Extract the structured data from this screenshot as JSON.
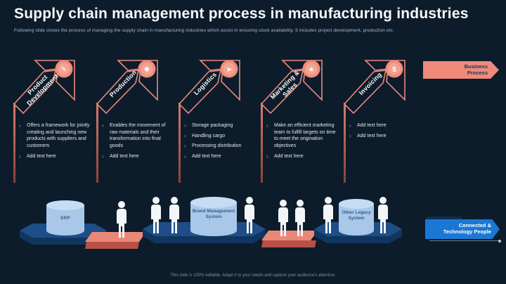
{
  "slide": {
    "title": "Supply chain management process in manufacturing industries",
    "subtitle": "Following slide shows the process of managing the supply chain in manufacturing industries which assist in ensuring stock availability. It includes project development, production etc.",
    "footer": "This slide is 100% editable. Adapt it to your needs and capture your audience's attention."
  },
  "colors": {
    "background": "#0d1c2b",
    "accent_salmon": "#e9897c",
    "accent_blue": "#1a78d4",
    "platform_blue": "#1d4e87",
    "cylinder_blue": "#a8c7e9"
  },
  "process": {
    "steps": [
      {
        "label": "Product Development",
        "icon_glyph": "✎",
        "bullets": [
          "Offers a framework for jointly creating and launching new products with suppliers and customers",
          "Add text here"
        ]
      },
      {
        "label": "Production",
        "icon_glyph": "✱",
        "bullets": [
          "Enables the movement of raw materials and their transformation into final goods",
          "Add text here"
        ]
      },
      {
        "label": "Logistics",
        "icon_glyph": "➤",
        "bullets": [
          "Storage packaging",
          "Handling cargo",
          "Processing distribution",
          "Add text here"
        ]
      },
      {
        "label": "Marketing & Sales",
        "icon_glyph": "★",
        "bullets": [
          "Make an efficient marketing team to fulfill targets on time to meet the origination objectives",
          "Add text here"
        ]
      },
      {
        "label": "Invoicing",
        "icon_glyph": "$",
        "bullets": [
          "Add text here",
          "Add text here"
        ]
      }
    ]
  },
  "banners": {
    "business_process": "Business Process",
    "connected_people": "Connected & Technology People"
  },
  "systems": {
    "erp": "ERP",
    "brand": "Brand Management System",
    "legacy": "Other Legacy System"
  }
}
